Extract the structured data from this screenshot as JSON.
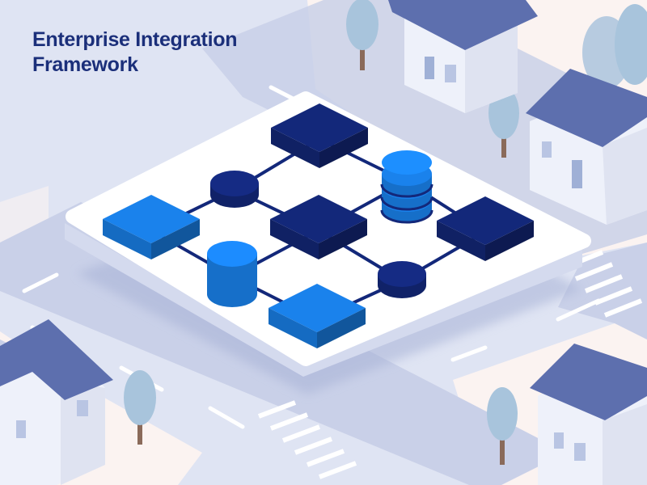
{
  "title": {
    "line1": "Enterprise Integration",
    "line2": "Framework"
  },
  "colors": {
    "background": "#dfe4f3",
    "road": "#c9d0e8",
    "platform": "#ffffff",
    "node_dark": "#13287a",
    "node_bright": "#1a82ec",
    "house_wall": "#eef1fa",
    "house_roof": "#5d6fae",
    "tree_foliage": "#a8c4dc",
    "title_text": "#1b2f7a"
  },
  "diagram": {
    "nodes": [
      {
        "id": "block-top",
        "kind": "block",
        "tone": "dark"
      },
      {
        "id": "block-center",
        "kind": "block",
        "tone": "dark"
      },
      {
        "id": "block-right",
        "kind": "block",
        "tone": "dark"
      },
      {
        "id": "block-left",
        "kind": "block",
        "tone": "bright"
      },
      {
        "id": "block-bottom",
        "kind": "block",
        "tone": "bright"
      },
      {
        "id": "hub-upper-left",
        "kind": "hub",
        "tone": "dark"
      },
      {
        "id": "hub-lower-right",
        "kind": "hub",
        "tone": "dark"
      },
      {
        "id": "database-stack",
        "kind": "database",
        "tone": "bright"
      },
      {
        "id": "cylinder-left",
        "kind": "cylinder",
        "tone": "bright"
      }
    ],
    "links": [
      [
        "block-top",
        "hub-upper-left"
      ],
      [
        "block-top",
        "database-stack"
      ],
      [
        "hub-upper-left",
        "block-left"
      ],
      [
        "hub-upper-left",
        "block-center"
      ],
      [
        "database-stack",
        "block-center"
      ],
      [
        "database-stack",
        "block-right"
      ],
      [
        "block-left",
        "cylinder-left"
      ],
      [
        "block-center",
        "cylinder-left"
      ],
      [
        "block-center",
        "hub-lower-right"
      ],
      [
        "block-right",
        "hub-lower-right"
      ],
      [
        "cylinder-left",
        "block-bottom"
      ],
      [
        "hub-lower-right",
        "block-bottom"
      ]
    ]
  }
}
